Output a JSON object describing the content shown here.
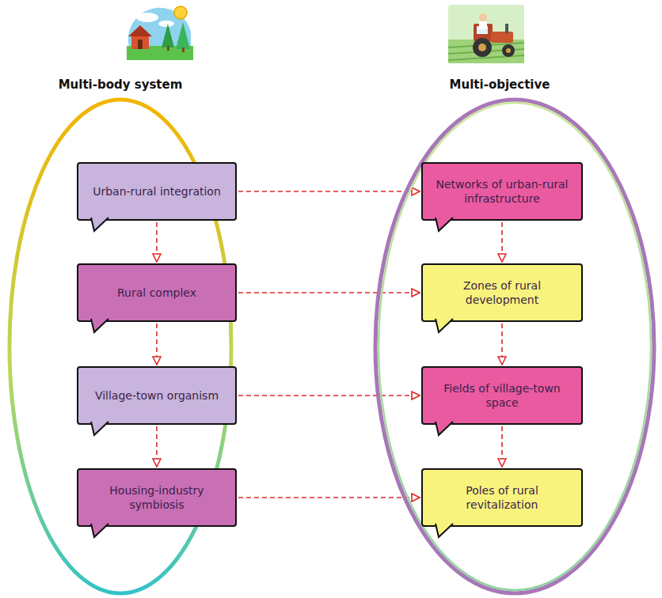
{
  "diagram": {
    "nodes": [
      {
        "text": [
          "Multi-body system"
        ]
      },
      {
        "text": [
          "Urban-rural integration"
        ],
        "in": 0
      },
      {
        "text": [
          "Rural complex"
        ],
        "in": 0
      },
      {
        "text": [
          "Village-town organism"
        ],
        "in": 0
      },
      {
        "text": [
          "Housing-industry symbiosis"
        ],
        "in": 0
      },
      {
        "text": [
          "Multi-objective"
        ]
      },
      {
        "text": [
          "Networks of urban-rural infrastructure"
        ],
        "in": 5
      },
      {
        "text": [
          "Zones of rural development"
        ],
        "in": 5
      },
      {
        "text": [
          "Fields of village-town space"
        ],
        "in": 5
      },
      {
        "text": [
          "Poles of rural revitalization"
        ],
        "in": 5
      }
    ],
    "edges": [
      {
        "from": 1,
        "to": 2,
        "arrow": "to"
      },
      {
        "from": 2,
        "to": 3,
        "arrow": "to"
      },
      {
        "from": 3,
        "to": 4,
        "arrow": "to"
      },
      {
        "from": 1,
        "to": 6,
        "arrow": "to"
      },
      {
        "from": 2,
        "to": 7,
        "arrow": "to"
      },
      {
        "from": 3,
        "to": 8,
        "arrow": "to"
      },
      {
        "from": 4,
        "to": 9,
        "arrow": "to"
      },
      {
        "from": 6,
        "to": 7,
        "arrow": "to"
      },
      {
        "from": 7,
        "to": 8,
        "arrow": "to"
      },
      {
        "from": 8,
        "to": 9,
        "arrow": "to"
      }
    ]
  }
}
